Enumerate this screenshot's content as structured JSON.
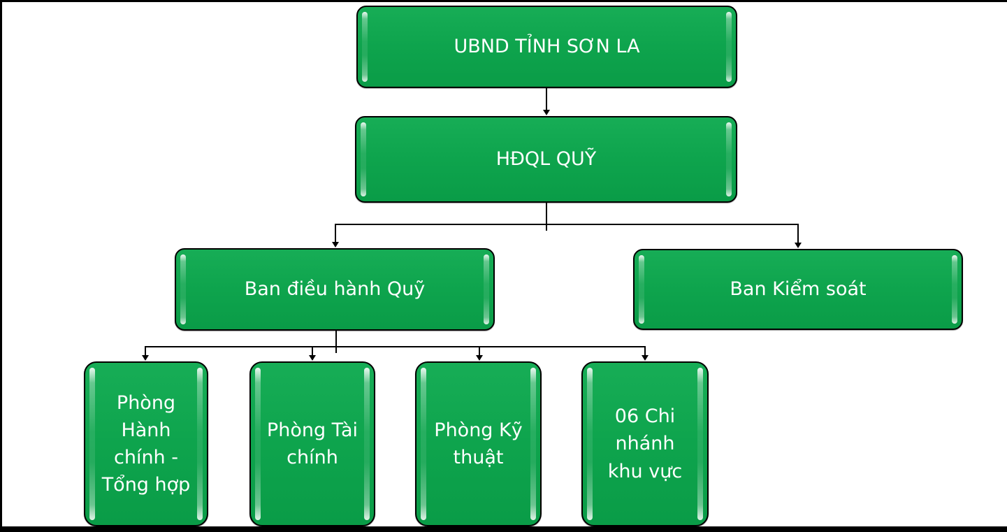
{
  "diagram": {
    "type": "org-chart",
    "language": "vi",
    "colors": {
      "background": "#FFFFFF",
      "frame": "#000000",
      "node_fill": "#0EA44D",
      "node_border": "#000000",
      "text": "#FFFFFF",
      "connector": "#000000"
    },
    "nodes": {
      "root": {
        "label": "UBND TỈNH SƠN LA",
        "level": 1
      },
      "hdql": {
        "label": "HĐQL QUỸ",
        "level": 2
      },
      "ban_dieu_hanh": {
        "label": "Ban điều hành Quỹ",
        "level": 3
      },
      "ban_kiem_soat": {
        "label": "Ban Kiểm soát",
        "level": 3
      },
      "phong_hanh_chinh": {
        "label": "Phòng\nHành\nchính -\nTổng hợp",
        "full_name": "Phòng Hành chính - Tổng hợp",
        "level": 4
      },
      "phong_tai_chinh": {
        "label": "Phòng Tài\nchính",
        "full_name": "Phòng Tài chính",
        "level": 4
      },
      "phong_ky_thuat": {
        "label": "Phòng Kỹ\nthuật",
        "full_name": "Phòng Kỹ thuật",
        "level": 4
      },
      "chi_nhanh": {
        "label": "06 Chi\nnhánh\nkhu vực",
        "full_name": "06 Chi nhánh khu vực",
        "level": 4
      }
    },
    "edges": [
      {
        "from": "UBND TỈNH SƠN LA",
        "to": "HĐQL QUỸ"
      },
      {
        "from": "HĐQL QUỸ",
        "to": "Ban điều hành Quỹ"
      },
      {
        "from": "HĐQL QUỸ",
        "to": "Ban Kiểm soát"
      },
      {
        "from": "Ban điều hành Quỹ",
        "to": "Phòng Hành chính - Tổng hợp"
      },
      {
        "from": "Ban điều hành Quỹ",
        "to": "Phòng Tài chính"
      },
      {
        "from": "Ban điều hành Quỹ",
        "to": "Phòng Kỹ thuật"
      },
      {
        "from": "Ban điều hành Quỹ",
        "to": "06 Chi nhánh khu vực"
      }
    ]
  }
}
